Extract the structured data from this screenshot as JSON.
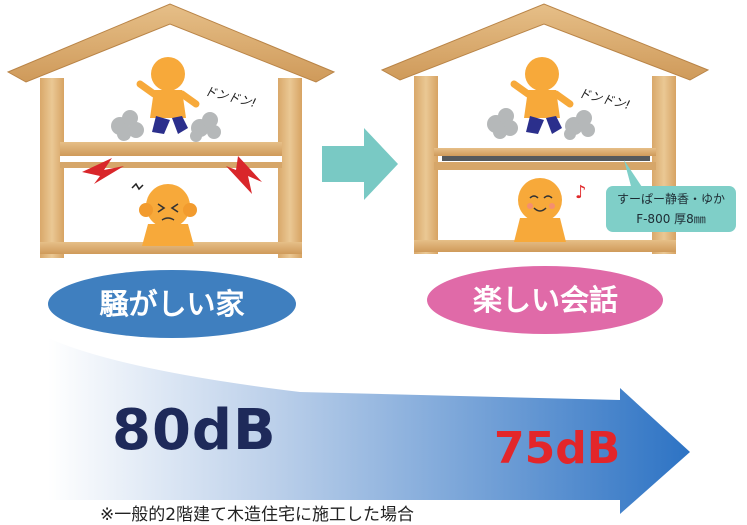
{
  "left_house": {
    "label": "騒がしい家",
    "sound_text": "ドンドン!",
    "oval_color": "#3f7fbf"
  },
  "right_house": {
    "label": "楽しい会話",
    "sound_text": "ドンドン!",
    "oval_color": "#e06aa8",
    "callout": {
      "line1": "すーぱー静香・ゆか",
      "line2": "F-800 厚8㎜"
    },
    "note_glyph": "♪"
  },
  "comparison": {
    "before_db": "80dB",
    "after_db": "75dB",
    "before_color": "#1e2a5a",
    "after_color": "#e3262a"
  },
  "footnote": "※一般的2階建て木造住宅に施工した場合",
  "icons": [
    "house-left-icon",
    "house-right-icon",
    "right-arrow-icon",
    "gradient-arrow-icon",
    "music-note-icon"
  ]
}
